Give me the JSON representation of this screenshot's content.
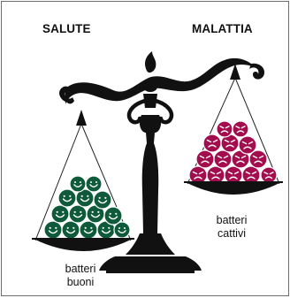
{
  "labels": {
    "left_title": "SALUTE",
    "right_title": "MALATTIA",
    "left_caption_line1": "batteri",
    "left_caption_line2": "buoni",
    "right_caption_line1": "batteri",
    "right_caption_line2": "cattivi"
  },
  "colors": {
    "good_bacteria": "#0f5a3a",
    "bad_bacteria": "#a30d4e",
    "scale_body": "#111111",
    "border": "#6e6e6e"
  }
}
